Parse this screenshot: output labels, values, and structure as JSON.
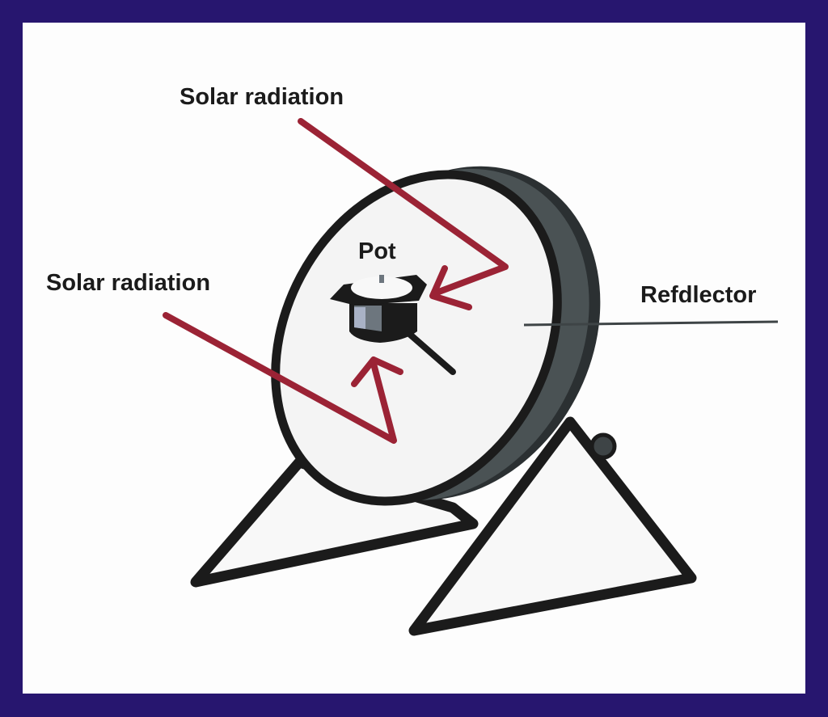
{
  "labels": {
    "solar_top": "Solar radiation",
    "solar_left": "Solar radiation",
    "pot": "Pot",
    "reflector": "Refdlector"
  },
  "colors": {
    "border": "#27166f",
    "ray": "#9b2335",
    "outline": "#1b1b1b",
    "rim": "#3e4446",
    "disc": "#f4f4f4"
  }
}
